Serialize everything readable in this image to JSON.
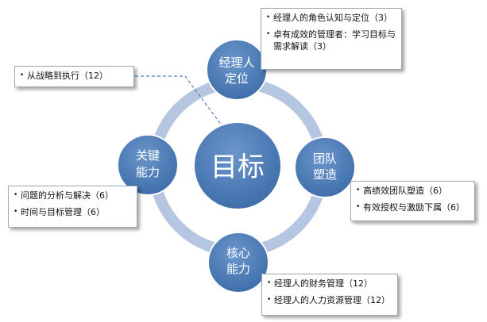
{
  "center": {
    "label": "目标"
  },
  "nodes": [
    {
      "id": "top",
      "lines": [
        "经理人",
        "定位"
      ]
    },
    {
      "id": "right",
      "lines": [
        "团队",
        "塑造"
      ]
    },
    {
      "id": "bottom",
      "lines": [
        "核心",
        "能力"
      ]
    },
    {
      "id": "left",
      "lines": [
        "关键",
        "能力"
      ]
    }
  ],
  "callouts": {
    "top_right": {
      "items": [
        "经理人的角色认知与定位（3）",
        "卓有成效的管理者：学习目标与需求解读（3）"
      ]
    },
    "top_left": {
      "items": [
        "从战略到执行（12）"
      ]
    },
    "right": {
      "items": [
        "高绩效团队塑造（6）",
        "有效授权与激励下属（6）"
      ]
    },
    "left": {
      "items": [
        "问题的分析与解决（6）",
        "时间与目标管理（6）"
      ]
    },
    "bottom": {
      "items": [
        "经理人的财务管理（12）",
        "经理人的人力资源管理（12）"
      ]
    }
  },
  "bullet_char": "•",
  "colors": {
    "node_fill": "#4a7ab5",
    "ring": "#b4c6e0",
    "callout_border": "#9aa7b8",
    "connector": "#4f81bd"
  }
}
